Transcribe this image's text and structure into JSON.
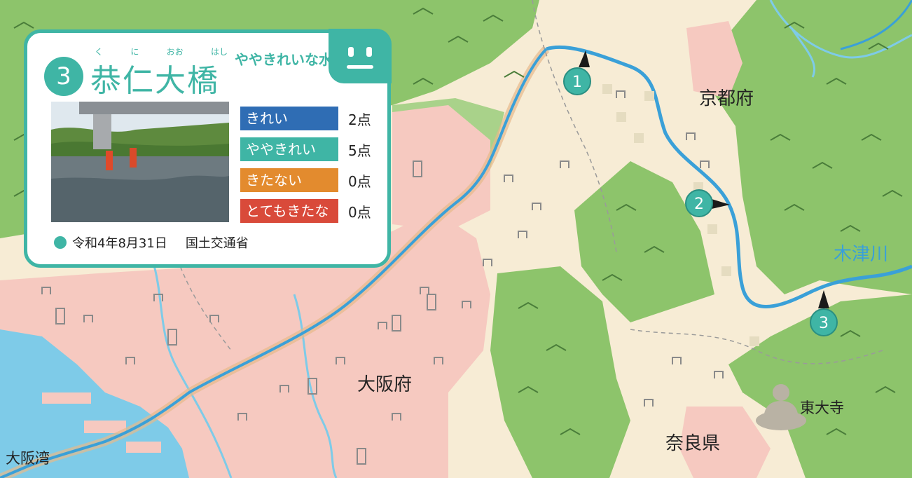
{
  "map": {
    "prefectures": {
      "kyoto": "京都府",
      "osaka": "大阪府",
      "nara": "奈良県"
    },
    "bay": "大阪湾",
    "river_name": "木津川",
    "landmark": "東大寺",
    "markers": [
      "1",
      "2",
      "3"
    ]
  },
  "card": {
    "number": "3",
    "ruby": [
      "く",
      "に",
      "おお",
      "はし"
    ],
    "title": "恭仁大橋",
    "quality": "ややきれいな水",
    "scores": [
      {
        "label": "きれい",
        "value": "2点",
        "color": "#2f6db4"
      },
      {
        "label": "ややきれい",
        "value": "5点",
        "color": "#3fb5a5"
      },
      {
        "label": "きたない",
        "value": "0点",
        "color": "#e38b2e"
      },
      {
        "label": "とてもきたない",
        "value": "0点",
        "color": "#d94a3a"
      }
    ],
    "date": "令和4年8月31日",
    "organization": "国土交通省"
  },
  "colors": {
    "accent": "#3fb5a5",
    "forest": "#8cc36a",
    "urban": "#f6c9c0",
    "water": "#7ecbe8",
    "river": "#3aa0d8"
  },
  "icons": {
    "face": "neutral-face-icon",
    "landmark": "buddha-statue-icon"
  }
}
